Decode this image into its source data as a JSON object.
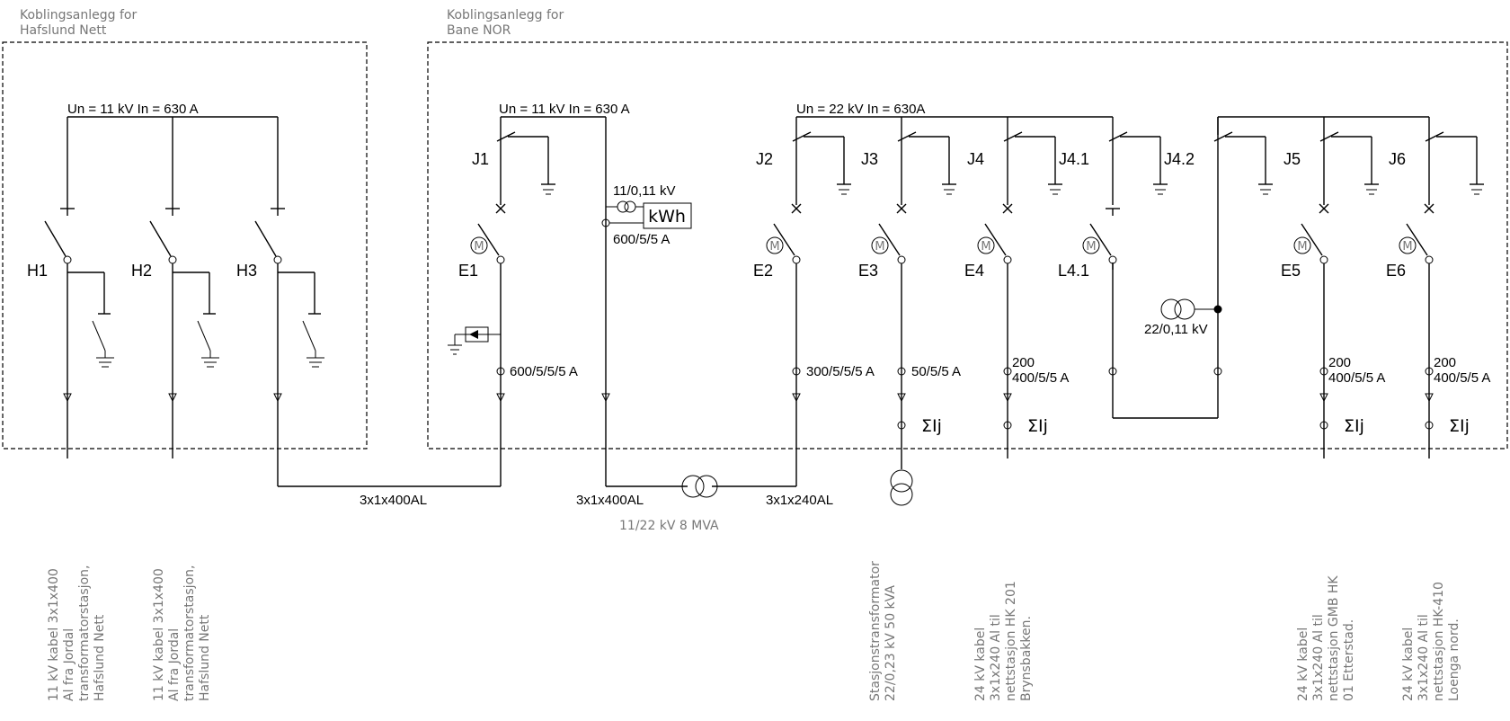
{
  "boxes": {
    "left_title_1": "Koblingsanlegg for",
    "left_title_2": "Hafslund Nett",
    "right_title_1": "Koblingsanlegg for",
    "right_title_2": "Bane NOR"
  },
  "busbars": {
    "hafslund": "Un = 11 kV In = 630 A",
    "bane_11kv": "Un = 11 kV In = 630 A",
    "bane_22kv": "Un = 22 kV In = 630A"
  },
  "switches": {
    "H1": "H1",
    "H2": "H2",
    "H3": "H3",
    "J1": "J1",
    "J2": "J2",
    "J3": "J3",
    "J4": "J4",
    "J41": "J4.1",
    "J42": "J4.2",
    "J5": "J5",
    "J6": "J6",
    "E1": "E1",
    "E2": "E2",
    "E3": "E3",
    "E4": "E4",
    "L41": "L4.1",
    "E5": "E5",
    "E6": "E6"
  },
  "ratings": {
    "E1_ct": "600/5/5/5 A",
    "E2_ct": "300/5/5/5 A",
    "E3_ct": "50/5/5 A",
    "E4_ct_1": "200",
    "E4_ct_2": "400/5/5 A",
    "E5_ct_1": "200",
    "E5_ct_2": "400/5/5 A",
    "E6_ct_1": "200",
    "E6_ct_2": "400/5/5 A",
    "meter_vt": "11/0,11 kV",
    "meter_ct": "600/5/5 A",
    "meter_label": "kWh",
    "aux_transformer": "22/0,11 kV",
    "sum_current": "ΣIj",
    "motor_symbol": "M"
  },
  "cables": {
    "h3_e1": "3x1x400AL",
    "bus11_tr": "3x1x400AL",
    "tr_e2": "3x1x240AL",
    "main_transformer": "11/22 kV 8 MVA"
  },
  "captions": {
    "h1": [
      "11 kV kabel 3x1x400",
      "Al fra Jordal",
      "transformatorstasjon,",
      "Hafslund Nett"
    ],
    "h2": [
      "11 kV kabel 3x1x400",
      "Al fra Jordal",
      "transformatorstasjon,",
      "Hafslund Nett"
    ],
    "e3": [
      "Stasjonstransformator",
      "22/0,23 kV 50 kVA"
    ],
    "e4": [
      "24 kV kabel",
      "3x1x240 Al til",
      "nettstasjon HK 201",
      "Brynsbakken."
    ],
    "e5": [
      "24 kV kabel",
      "3x1x240 Al til",
      "nettstasjon GMB HK",
      "01 Etterstad."
    ],
    "e6": [
      "24 kV kabel",
      "3x1x240 Al til",
      "nettstasjon HK-410",
      "Loenga nord."
    ]
  }
}
